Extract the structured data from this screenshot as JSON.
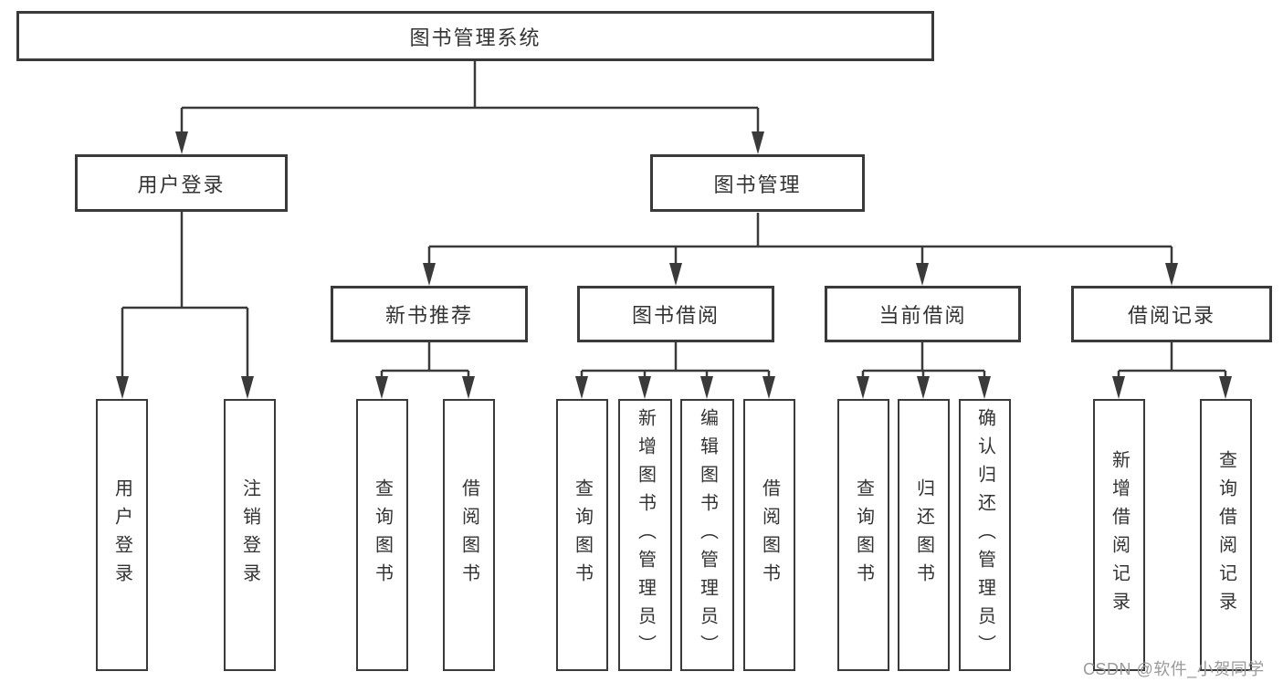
{
  "diagram": {
    "root": {
      "label": "图书管理系统"
    },
    "level2": [
      {
        "label": "用户登录"
      },
      {
        "label": "图书管理"
      }
    ],
    "level3": [
      {
        "label": "新书推荐"
      },
      {
        "label": "图书借阅"
      },
      {
        "label": "当前借阅"
      },
      {
        "label": "借阅记录"
      }
    ],
    "leaves": {
      "user_login": [
        "用户登录",
        "注销登录"
      ],
      "new_book": [
        "查询图书",
        "借阅图书"
      ],
      "book_borrow": [
        "查询图书",
        "新增图书（管理员）",
        "编辑图书（管理员）",
        "借阅图书"
      ],
      "current_borrow": [
        "查询图书",
        "归还图书",
        "确认归还（管理员）"
      ],
      "borrow_records": [
        "新增借阅记录",
        "查询借阅记录"
      ]
    }
  },
  "watermark": "CSDN @软件_小贺同学",
  "colors": {
    "line": "#3a3a3a",
    "text": "#333333",
    "watermark": "#9a9a9a",
    "background": "#ffffff"
  }
}
